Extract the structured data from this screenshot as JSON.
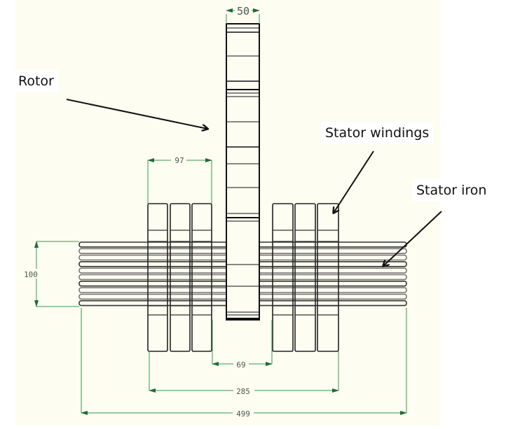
{
  "figure": {
    "title": "Axial flux machine cross-section drawing",
    "labels": {
      "rotor": "Rotor",
      "stator_windings": "Stator windings",
      "stator_iron": "Stator iron"
    },
    "dimensions": {
      "rotor_width": "50",
      "winding_stack_width": "97",
      "iron_height": "100",
      "air_gap_span": "69",
      "windings_outer_span": "285",
      "overall_width": "499"
    },
    "winding_columns_per_side": 3,
    "iron_lamination_count": 10,
    "colors": {
      "page_background": "#fdfdf2",
      "outer_background": "#ffffff",
      "dimension_line": "#2e9a4a",
      "drawing_line": "#1a1a1a",
      "label_background": "#ffffff"
    }
  }
}
